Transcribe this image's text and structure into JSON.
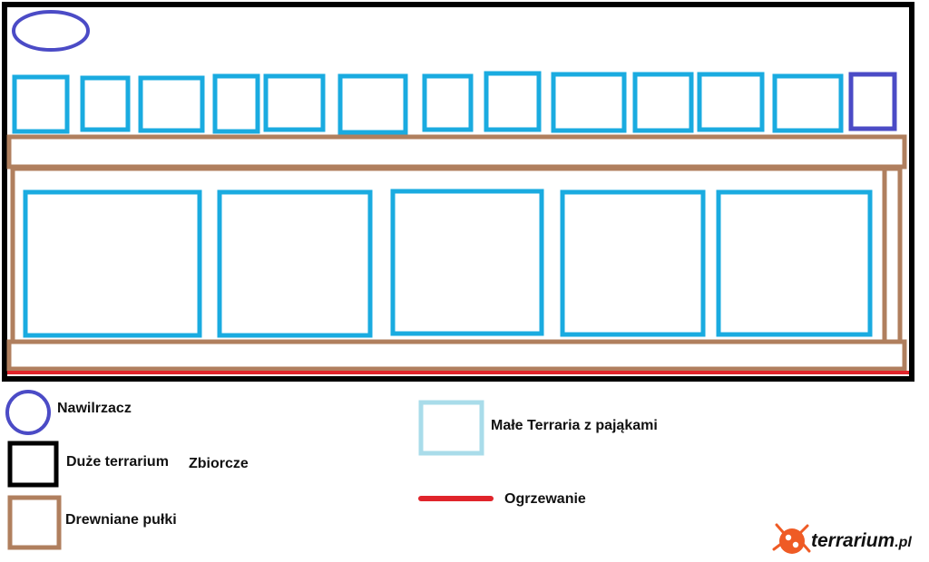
{
  "colors": {
    "big_terrarium": "#000000",
    "humidifier": "#4b4bc6",
    "small_terrarium": "#1aabe0",
    "small_terrarium_legend": "#a9dcea",
    "shelf": "#b07f5e",
    "heating": "#e0242b",
    "logo_accent": "#ef5b25"
  },
  "legend": {
    "humidifier": "Nawilrzacz",
    "big_terrarium_1": "Duże terrarium",
    "big_terrarium_2": "Zbiorcze",
    "shelves": "Drewniane pułki",
    "small_terrariums": "Małe Terraria z pająkami",
    "heating": "Ogrzewanie"
  },
  "logo": {
    "text": "terrarium",
    "suffix": ".pl",
    "icon": "spider-icon"
  },
  "diagram": {
    "small_terrarium_count_top": 12,
    "large_inner_terrarium_count": 5,
    "humidifier_box_count": 1,
    "humidifier_circle_count": 1
  }
}
